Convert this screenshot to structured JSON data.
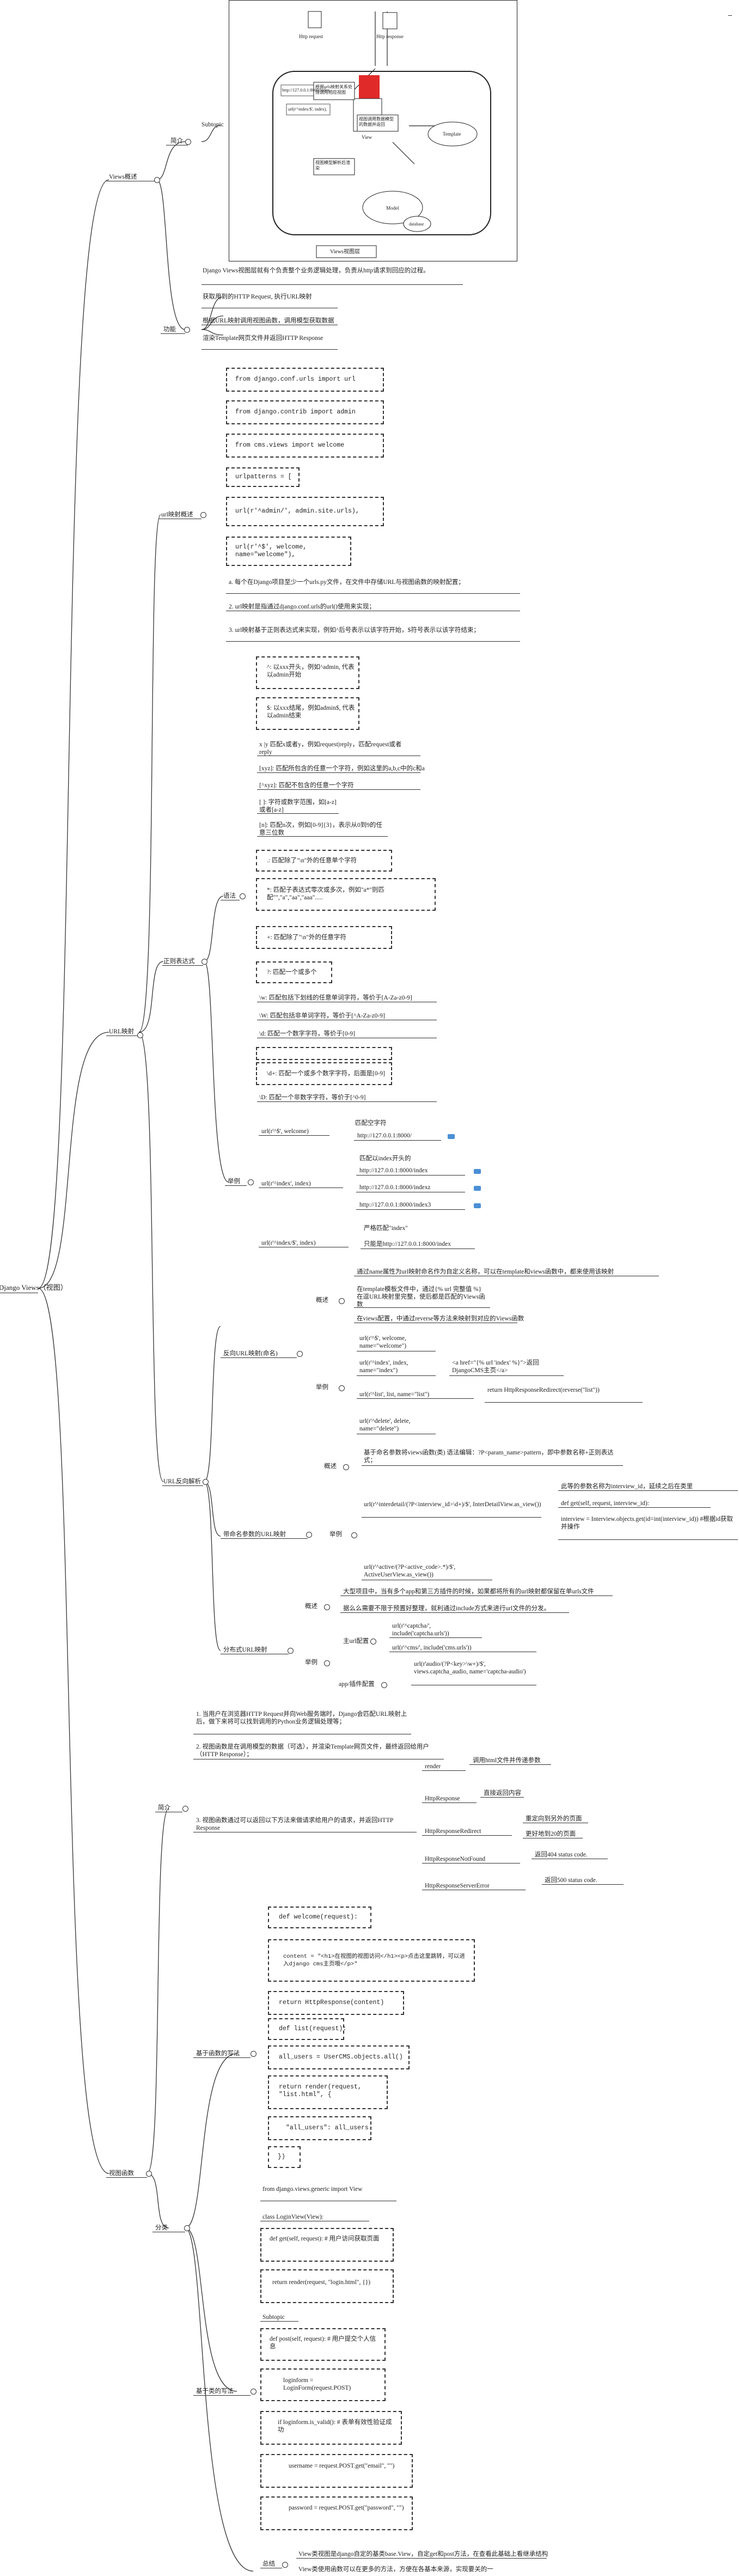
{
  "root": "Django Views（视图）",
  "window_icon": "minimize-icon",
  "views_overview": {
    "label": "Views概述",
    "intro_label": "简介",
    "subtopic_label": "Subtopic",
    "intro_text": "Django Views视图层就有个负责整个业务逻辑处理，负责从http请求到回应的过程。",
    "func_label": "功能",
    "func_items": [
      "获取用到的HTTP Request, 执行URL映射",
      "根据URL映射调用视图函数，调用模型获取数据",
      "渲染Template网页文件并返回HTTP Response"
    ],
    "diagram": {
      "http_request": "Http request",
      "http_response": "Http response",
      "urls_box": "http://127.0.0.1:8000/index",
      "urls_line": "url(r'^index/$', index),",
      "step2_note": "根据urls映射关系处理调用相应视图",
      "step3_note": "视图调用数据模型的数据并返回",
      "step4_note": "视图模型解析后渲染",
      "view_label": "View",
      "template_label": "Template",
      "model_label": "Model",
      "database_label": "database",
      "caption": "Views视图层"
    }
  },
  "url_section": {
    "label": "URL映射",
    "overview_label": "url映射概述",
    "code_lines": [
      "from django.conf.urls import url",
      "from django.contrib import admin",
      "from cms.views import welcome",
      "urlpatterns = [",
      "url(r'^admin/', admin.site.urls),",
      "url(r'^$', welcome, name=\"welcome\"),"
    ],
    "overview_notes": [
      "a. 每个在Django项目至少一个urls.py文件，在文件中存储URL与视图函数的映射配置；",
      "2. url映射是指通过django.conf.urls的url()使用来实现；",
      "3. url映射基于正则表达式来实现，例如^后号表示以该字符开始，$符号表示以该字符结束；"
    ],
    "regex_label": "正则表达式",
    "syntax_label": "语法",
    "syntax_items": [
      "^: 以xxx开头，例如^admin, 代表以admin开始",
      "$: 以xxx结尾，例如admin$, 代表以admin结束",
      "x |y 匹配x或者y，例如request|reply，匹配request或者reply",
      "[xyz]: 匹配所包含的任意一个字符，例如这里的a,b,c中的c和a",
      "[^xyz]: 匹配不包含的任意一个字符",
      "[ ]: 字符或数字范围，如[a-z]或者[a-z]",
      "[n]: 匹配n次，例如[0-9]{3}，表示从0到9的任意三位数",
      ".: 匹配除了\"\\n\"外的任意单个字符",
      "*: 匹配子表达式零次或多次，例如\"a*\"则匹配\"\",\"a\",\"aa\",\"aaa\".....",
      "+: 匹配除了\"\\n\"外的任意字符",
      "?: 匹配一个或多个",
      "\\w: 匹配包括下划线的任意单词字符，等价于[A-Za-z0-9]",
      "\\W: 匹配包括非单词字符，等价于[^A-Za-z0-9]",
      "\\d: 匹配一个数字字符，等价于[0-9]",
      "\\d+: 匹配一个或多个数字字符，后面是[0-9]",
      "\\D: 匹配一个非数字字符，等价于[^0-9]"
    ],
    "example_label": "举例",
    "examples": [
      {
        "pattern": "url(r'^$', welcome)",
        "note": "匹配空字符",
        "urls": [
          "http://127.0.0.1:8000/"
        ]
      },
      {
        "pattern": "url(r'^index', index)",
        "note": "匹配以index开头的",
        "urls": [
          "http://127.0.0.1:8000/index",
          "http://127.0.0.1:8000/indexz",
          "http://127.0.0.1:8000/index3"
        ]
      },
      {
        "pattern": "url(r'^index/$', index)",
        "note": "严格匹配\"index\"",
        "urls": [
          "只能是http://127.0.0.1:8000/index"
        ]
      }
    ],
    "reverse_label": "URL反向解析",
    "reverse": {
      "label": "反向URL映射(命名)",
      "overview_label": "概述",
      "overview_items": [
        "通过name属性为url映射命名作为自定义名称，可以在template和views函数中，都来使用该映射",
        "在template模板文件中，通过{% url 完整值 %}在逗URL映射里完整，使后都是匹配的Views函数",
        "在views配置，中通过reverse等方法来映射到对应的Views函数"
      ],
      "example_label": "举例",
      "examples": [
        {
          "code": "url(r'^$', welcome, name=\"welcome\")",
          "result": ""
        },
        {
          "code": "url(r'^index', index, name=\"index\")",
          "result": "<a href=\"{% url 'index' %}\">返回DjangoCMS主页</a>"
        },
        {
          "code": "url(r'^list', list, name=\"list\")",
          "result": "return HttpResponseRedirect(reverse(\"list\"))"
        },
        {
          "code": "url(r'^delete', delete, name=\"delete\")",
          "result": ""
        }
      ]
    },
    "named": {
      "label": "带命名参数的URL映射",
      "overview_label": "概述",
      "overview_text": "基于命名参数将views函数(类) 语法编辑：?P<param_name>pattern，即中参数名称+正则表达式；",
      "example_label": "举例",
      "code1": "url(r'^interdetail/(?P<interview_id>\\d+)/$', InterDetailView.as_view())",
      "code1_results": [
        "此等的参数名称为interview_id，延续之后在类里",
        "def get(self, request, interview_id):",
        "interview = Interview.objects.get(id=int(interview_id)) #根据id获取并操作"
      ],
      "code2": "url(r'^active/(?P<active_code>.*)/$', ActiveUserView.as_view())"
    },
    "dist": {
      "label": "分布式URL映射",
      "overview_label": "概述",
      "overview_items": [
        "大型项目中，当有多个app和第三方插件的时候，如果都将所有的url映射都保留在单urls文件",
        "据么么需要不限于预置好整理，就利通过include方式来进行url文件的分发。"
      ],
      "example_label": "举例",
      "main_label": "主url配置",
      "main_code": [
        "url(r'^captcha/', include('captcha.urls'))",
        "url(r'^cms/', include('cms.urls'))"
      ],
      "app_label": "app/插件配置",
      "app_code": "url(r'audio/(?P<key>\\w+)/$', views.captcha_audio, name='captcha-audio')"
    }
  },
  "view_func": {
    "label": "视图函数",
    "intro_label": "简介",
    "intro_items": [
      "1. 当用户在浏览器HTTP Request并向Web服务端时，Django会匹配URL映射上后，做下来将可以找到调用的Python业务逻辑处理等；",
      "2. 视图函数是在调用模型的数据（可选），并渲染Template网页文件，最终返回给用户（HTTP Response）；",
      "3. 视图函数通过可以返回以下方法来做请求给用户的请求，并返回HTTP Response"
    ],
    "responses": [
      {
        "name": "render",
        "desc": "调用html文件并传递参数"
      },
      {
        "name": "HttpResponse",
        "desc": "直接返回内容"
      },
      {
        "name": "HttpResponseRedirect",
        "desc": "重定向到另外的页面"
      },
      {
        "name": "HttpResponseNotFound",
        "desc": "返回404 status code."
      },
      {
        "name": "HttpResponseServerError",
        "desc": "返回500 status code."
      }
    ],
    "responses_extra": "更好地到20的页面",
    "cat_label": "分类",
    "func_label": "基于函数的写法",
    "func_code": [
      "def welcome(request):",
      "content = \"<h1>在视图的视图访问</h1><p>点击这里跳转，可以进入django cms主页哦</p>\"",
      "return HttpResponse(content)",
      "def list(request):",
      "all_users = UserCMS.objects.all()",
      "return render(request, \"list.html\", {",
      "\"all_users\": all_users",
      "})"
    ],
    "class_label": "基于类的写法",
    "class_code": [
      "from django.views.generic import View",
      "class LoginView(View):",
      "def get(self, request): # 用户访问获取页面",
      "return render(request, \"login.html\", {})",
      "Subtopic",
      "def post(self, request): # 用户提交个人信息",
      "loginform = LoginForm(request.POST)",
      "if loginform.is_valid(): # 表单有效性验证成功",
      "username = request.POST.get(\"email\", \"\")",
      "password = request.POST.get(\"password\", \"\")"
    ],
    "summary_label": "总结",
    "summary_items": [
      "View类视图是django自定的基类base.View，自定get和post方法，在查看此基础上看继承结构",
      "View类使用函数可以在更多的方法，方便在各基本来源，实现要关的一"
    ]
  }
}
